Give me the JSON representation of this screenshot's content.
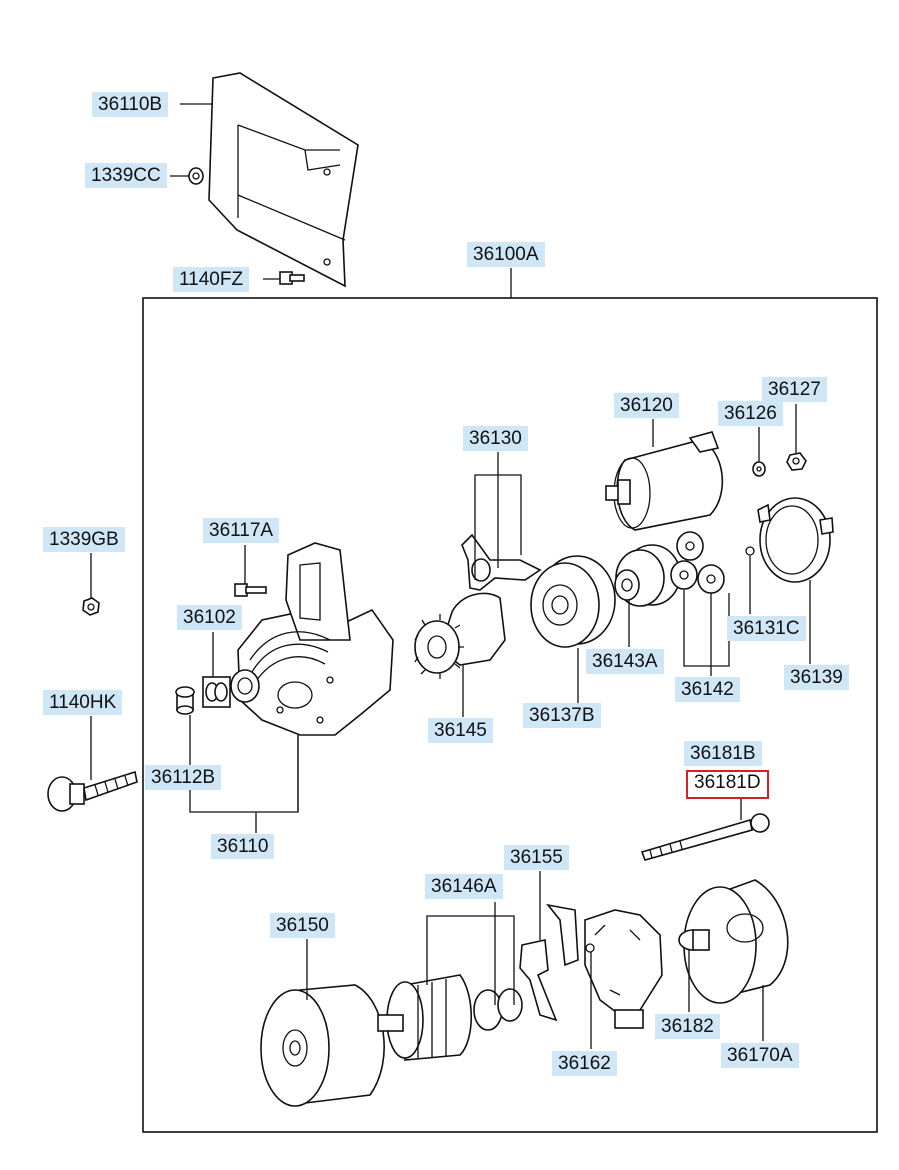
{
  "labels": {
    "p36110B": "36110B",
    "p1339CC": "1339CC",
    "p1140FZ": "1140FZ",
    "p36100A": "36100A",
    "p36120": "36120",
    "p36127": "36127",
    "p36126": "36126",
    "p36130": "36130",
    "p1339GB": "1339GB",
    "p36117A": "36117A",
    "p36102": "36102",
    "p1140HK": "1140HK",
    "p36112B": "36112B",
    "p36110": "36110",
    "p36145": "36145",
    "p36137B": "36137B",
    "p36143A": "36143A",
    "p36142": "36142",
    "p36131C": "36131C",
    "p36139": "36139",
    "p36181B": "36181B",
    "p36181D": "36181D",
    "p36155": "36155",
    "p36146A": "36146A",
    "p36150": "36150",
    "p36162": "36162",
    "p36182": "36182",
    "p36170A": "36170A"
  },
  "colors": {
    "label_bg": "#cfe6f7",
    "highlight_border": "#d91f26",
    "line": "#111111"
  },
  "selected_part": "36181D"
}
